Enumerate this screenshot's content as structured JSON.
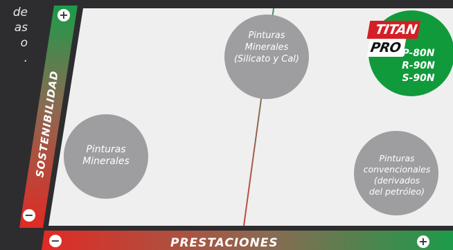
{
  "side_text": [
    "de",
    "as",
    "o",
    "."
  ],
  "axes": {
    "y_label": "SOSTENIBILIDAD",
    "x_label": "PRESTACIONES",
    "plus": "+",
    "minus": "−"
  },
  "logo": {
    "part1": "TITAN",
    "part2": "PRO"
  },
  "bubbles": {
    "top": [
      "Pinturas",
      "Minerales",
      "(Silicato y Cal)"
    ],
    "left": [
      "Pinturas",
      "Minerales"
    ],
    "right": [
      "Pinturas",
      "convencionales",
      "(derivados",
      "del petróleo)"
    ]
  },
  "products": [
    "P-80N",
    "R-90N",
    "S-90N"
  ],
  "colors": {
    "background": "#2d2d2f",
    "panel": "#efefef",
    "bubble_gray": "#9e9ea0",
    "titanpro_green": "#119a3b",
    "logo_red": "#d51f26",
    "axis_red": "#e12a24",
    "axis_green": "#1c9b4a"
  }
}
